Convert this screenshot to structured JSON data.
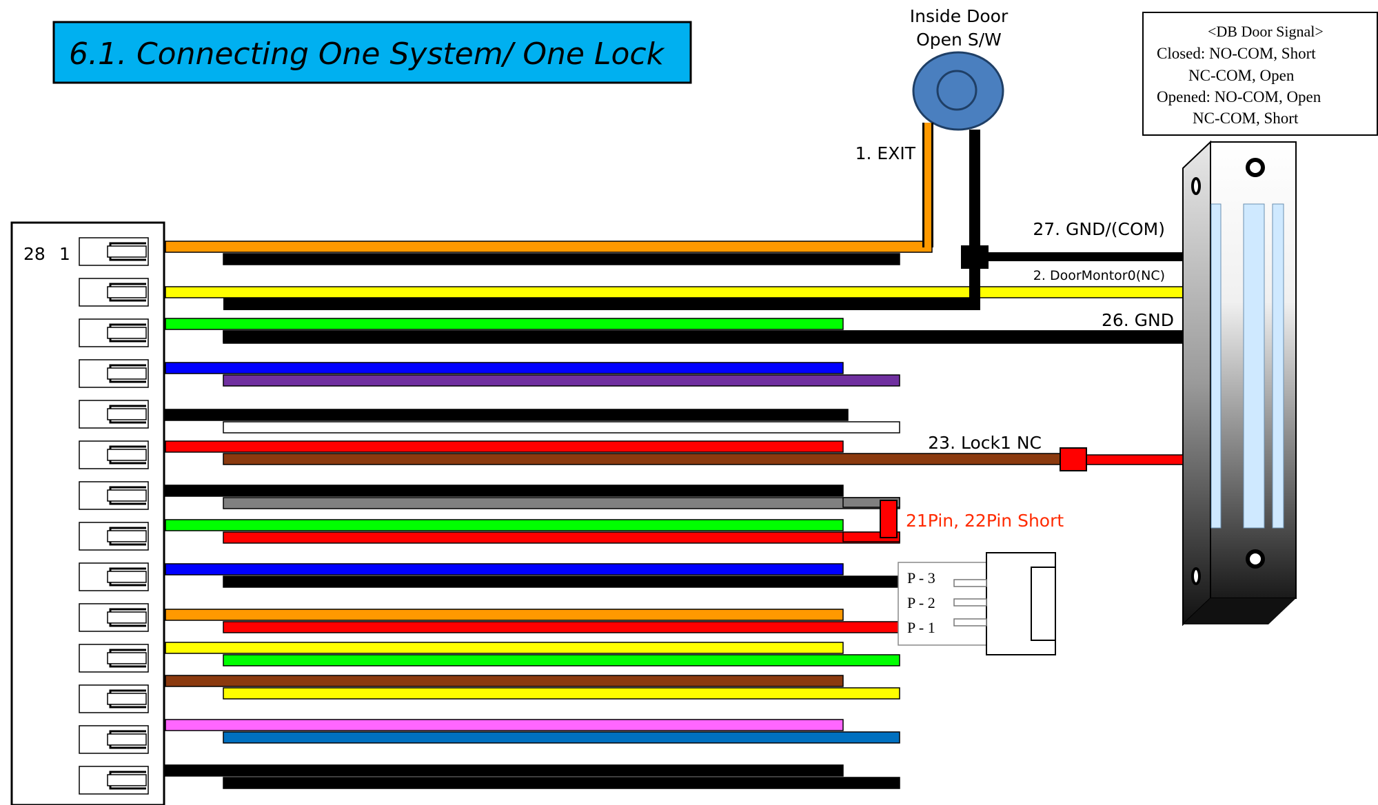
{
  "title": "6.1. Connecting One System/ One Lock",
  "switch": {
    "label_line1": "Inside Door",
    "label_line2": "Open S/W"
  },
  "signal_box": {
    "lines": [
      "<DB Door Signal>",
      "Closed: NO-COM, Short",
      "NC-COM, Open",
      "Opened: NO-COM, Open",
      "NC-COM, Short"
    ]
  },
  "connector": {
    "pin_labels": [
      "28",
      "1"
    ]
  },
  "wire_labels": {
    "exit": "1. EXIT",
    "gnd_com": "27. GND/(COM)",
    "door_monitor": "2. DoorMontor0(NC)",
    "gnd": "26. GND",
    "lock_nc": "23. Lock1 NC",
    "short": "21Pin, 22Pin Short"
  },
  "plug": {
    "pins": [
      "P - 3",
      "P - 2",
      "P - 1"
    ]
  },
  "colors": {
    "title_bg": "#00b0f0",
    "orange": "#ff9900",
    "black": "#000000",
    "yellow": "#ffff00",
    "green": "#00ff00",
    "blue": "#0000ff",
    "purple": "#7030a0",
    "white": "#ffffff",
    "red": "#ff0000",
    "brown": "#8b3a0f",
    "gray": "#808080",
    "pink": "#ff66ff",
    "mid_blue": "#0070c0",
    "switch_blue": "#4a7fbf",
    "short_label": "#ff2a00"
  }
}
